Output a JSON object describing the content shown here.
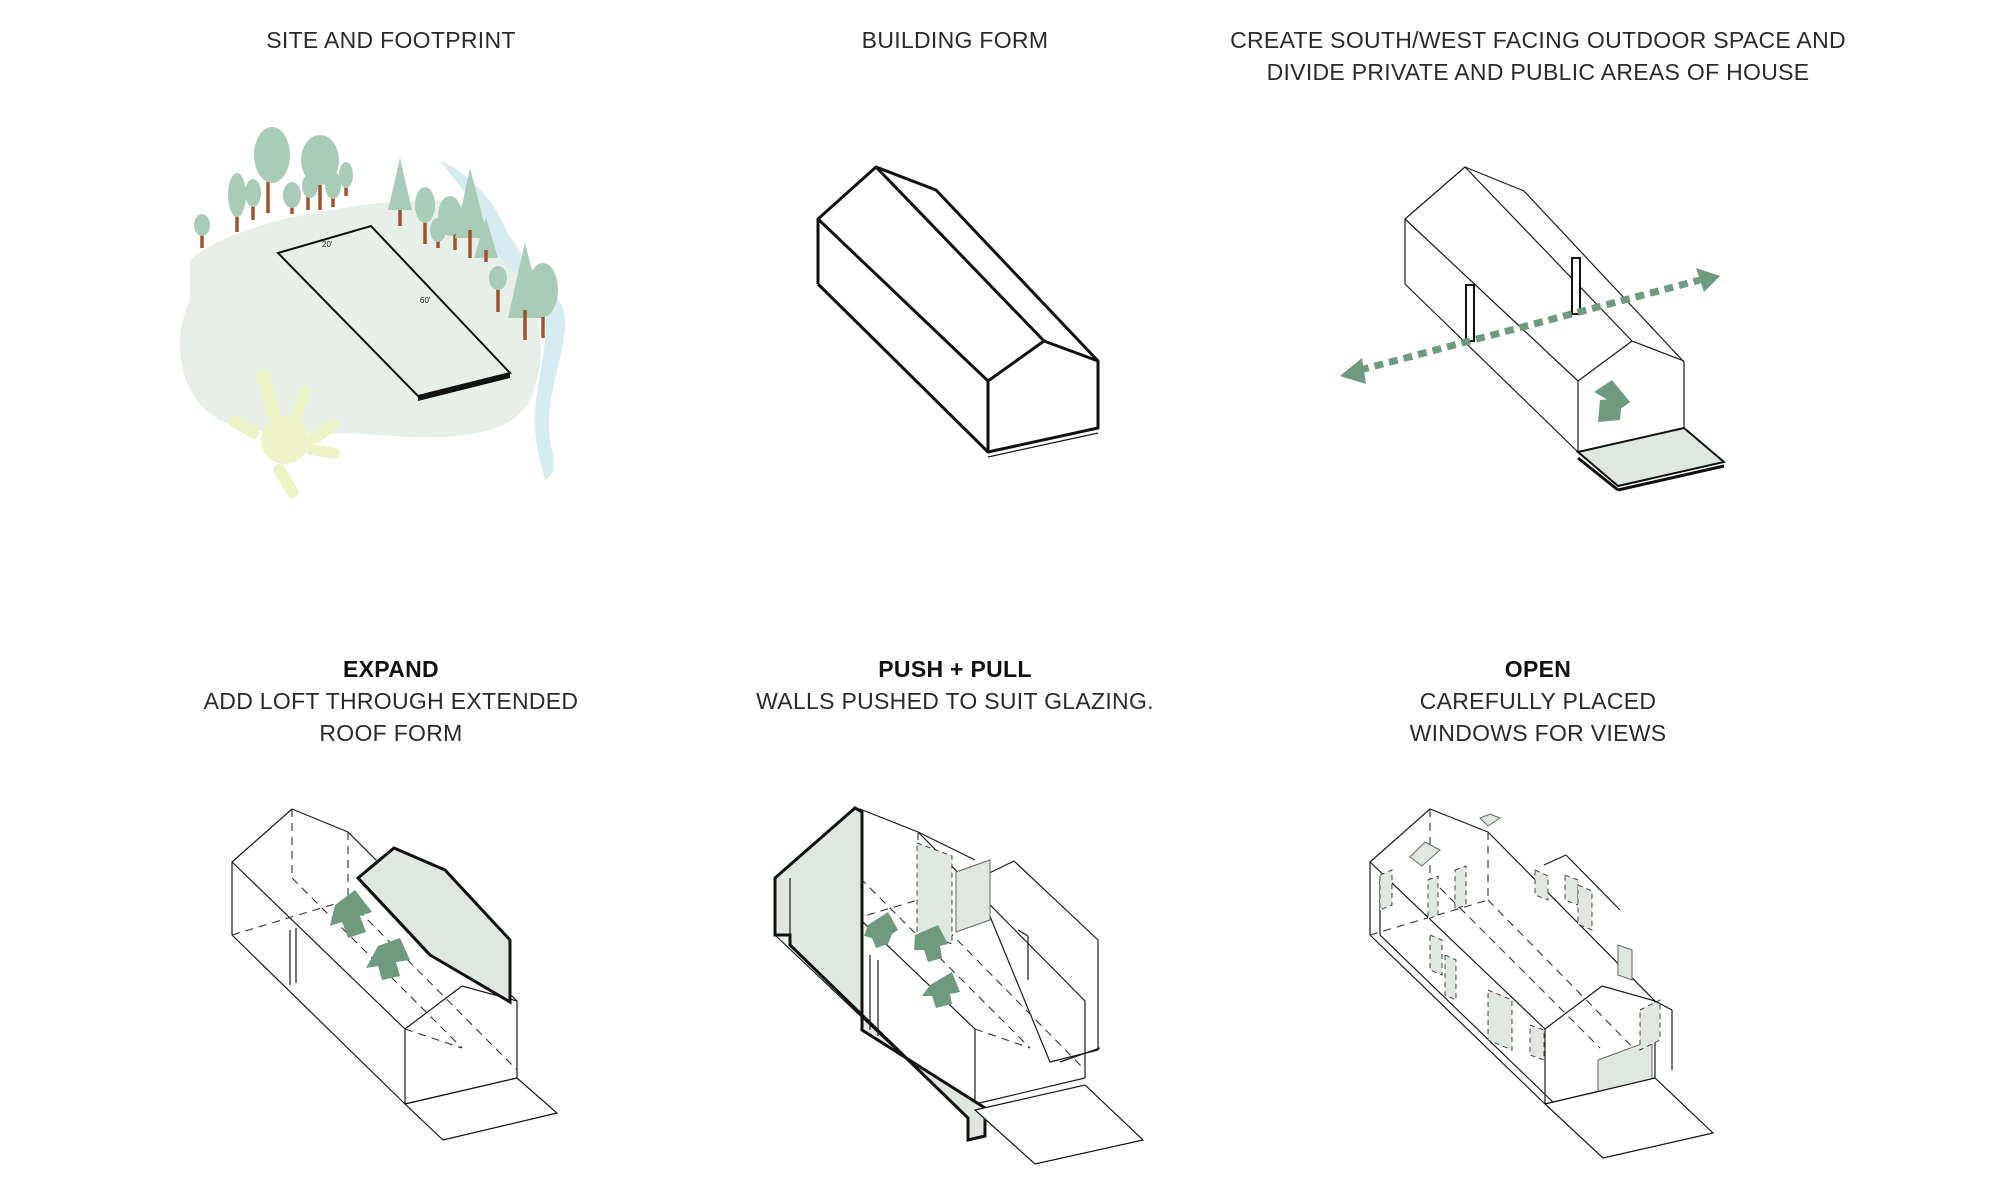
{
  "panels": [
    {
      "title": "SITE AND FOOTPRINT",
      "sub1": "",
      "sub2": ""
    },
    {
      "title": "BUILDING FORM",
      "sub1": "",
      "sub2": ""
    },
    {
      "title": "CREATE SOUTH/WEST FACING OUTDOOR SPACE AND",
      "sub1": "DIVIDE PRIVATE AND PUBLIC AREAS OF HOUSE",
      "sub2": ""
    },
    {
      "title": "EXPAND",
      "sub1": "ADD LOFT THROUGH EXTENDED",
      "sub2": "ROOF FORM"
    },
    {
      "title": "PUSH + PULL",
      "sub1": "WALLS PUSHED TO SUIT GLAZING.",
      "sub2": ""
    },
    {
      "title": "OPEN",
      "sub1": "CAREFULLY PLACED",
      "sub2": "WINDOWS FOR VIEWS"
    }
  ],
  "site": {
    "dim_short": "20'",
    "dim_long": "60'"
  },
  "colors": {
    "tree": "#a8ccb6",
    "trunk": "#a0522d",
    "arrow": "#6e9a7d",
    "river": "#d6ecf3",
    "ground": "#e7efe9",
    "sun": "#eef3c8"
  }
}
